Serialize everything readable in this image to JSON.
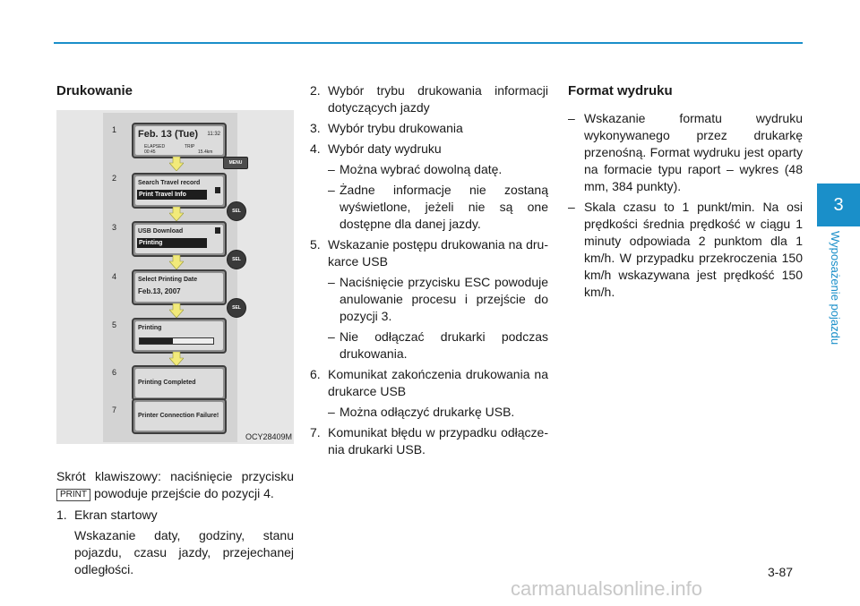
{
  "col1": {
    "heading": "Drukowanie",
    "shortcut_pre": "Skrót klawiszowy: naciśnięcie przycisku",
    "shortcut_key": "PRINT",
    "shortcut_post": "powoduje przejście do pozycji 4.",
    "item1_num": "1.",
    "item1_text": "Ekran startowy",
    "item1_desc": "Wskazanie daty, godziny, stanu pojazdu, czasu jazdy, przejechanej odległości."
  },
  "figure": {
    "code": "OCY28409M",
    "steps": [
      "1",
      "2",
      "3",
      "4",
      "5",
      "6",
      "7"
    ],
    "s1_title": "Feb. 13 (Tue)",
    "s1_time": "11:32",
    "s1_elapsed_label": "ELAPSED",
    "s1_trip_label": "TRIP",
    "s1_elapsed_val": "00:45",
    "s1_trip_val": "15.4km",
    "s2_line1": "Search Travel record",
    "s2_line2": "Print Travel Info",
    "s3_line1": "USB Download",
    "s3_line2": "Printing",
    "s4_line1": "Select Printing Date",
    "s4_line2": "Feb.13, 2007",
    "s5_line1": "Printing",
    "s5_progress": 0.45,
    "s6_line1": "Printing Completed",
    "s7_line1": "Printer Connection Failure!",
    "menu_label": "MENU",
    "sel_label": "SEL"
  },
  "col2": {
    "items": [
      {
        "num": "2.",
        "text": "Wybór trybu drukowania informacji doty­czących jazdy"
      },
      {
        "num": "3.",
        "text": "Wybór trybu drukowania"
      },
      {
        "num": "4.",
        "text": "Wybór daty wydruku"
      },
      {
        "num": "5.",
        "text": "Wskazanie postępu drukowania na dru­karce USB"
      },
      {
        "num": "6.",
        "text": "Komunikat zakończenia drukowania na drukarce USB"
      },
      {
        "num": "7.",
        "text": "Komunikat błędu w przypadku odłącze­nia drukarki USB."
      }
    ],
    "sub4": [
      "Można wybrać dowolną datę.",
      "Żadne informacje nie zostaną wyświe­tlone, jeżeli nie są one dostępne dla danej jazdy."
    ],
    "sub5": [
      "Naciśnięcie przycisku ESC powodu­je anulowanie procesu i przejście do pozycji 3.",
      "Nie odłączać drukarki podczas druko­wania."
    ],
    "sub6": [
      "Można odłączyć drukarkę USB."
    ],
    "dash": "–"
  },
  "col3": {
    "heading": "Format wydruku",
    "items": [
      "Wskazanie formatu wydruku wykonywa­nego przez drukarkę przenośną. Format wydruku jest oparty na formacie typu raport – wykres (48 mm, 384 punkty).",
      "Skala czasu to 1 punkt/min. Na osi pręd­kości średnia prędkość w ciągu 1 minu­ty odpowiada 2 punktom dla 1 km/h. W przypadku przekroczenia 150 km/h wskazywana jest prędkość 150 km/h."
    ],
    "dash": "–"
  },
  "footer": {
    "page_number": "3-87",
    "chapter_number": "3",
    "chapter_title": "Wyposażenie pojazdu",
    "watermark": "carmanualsonline.info"
  },
  "colors": {
    "accent": "#1a8fc9",
    "arrow": "#f2ea7a"
  }
}
